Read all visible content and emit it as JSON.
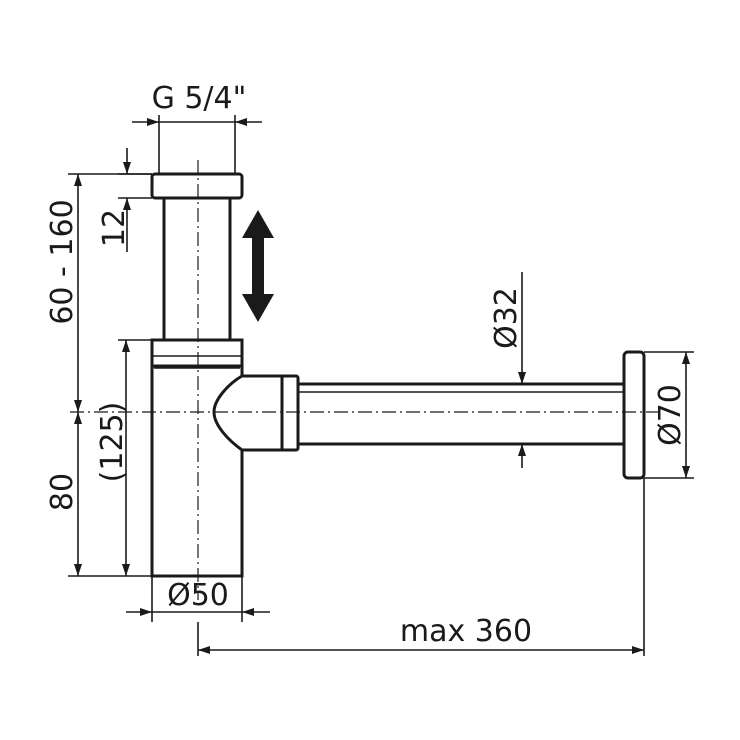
{
  "labels": {
    "thread": "G 5/4\"",
    "nut_height": "12",
    "adjust_range": "60 - 160",
    "center_height": "80",
    "body_height": "(125)",
    "pipe_diameter": "Ø32",
    "rosette_diameter": "Ø70",
    "body_diameter": "Ø50",
    "max_length": "max 360"
  },
  "colors": {
    "line": "#1a1a1a",
    "background": "#ffffff"
  }
}
